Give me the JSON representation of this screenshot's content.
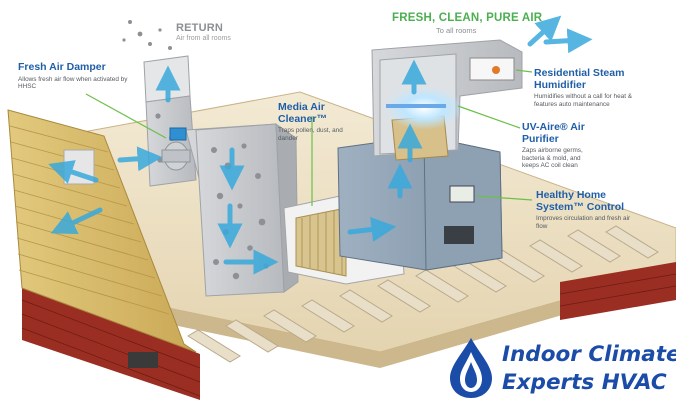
{
  "return_label": {
    "title": "RETURN",
    "subtitle": "Air from all rooms"
  },
  "fresh_label": {
    "title": "FRESH, CLEAN, PURE AIR",
    "subtitle": "To all rooms"
  },
  "callouts": [
    {
      "title": "Fresh Air Damper",
      "desc": "Allows fresh air flow when activated by HHSC"
    },
    {
      "title": "Media Air Cleaner™",
      "desc": "Traps pollen, dust, and dander"
    },
    {
      "title": "Residential Steam Humidifier",
      "desc": "Humidifies without a call for heat & features auto maintenance"
    },
    {
      "title": "UV-Aire® Air Purifier",
      "desc": "Zaps airborne germs, bacteria & mold, and keeps AC coil clean"
    },
    {
      "title": "Healthy Home System™ Control",
      "desc": "Improves circulation and fresh air flow"
    }
  ],
  "brand": {
    "line1": "Indoor Climate",
    "line2": "Experts HVAC"
  },
  "colors": {
    "callout_title": "#1f5fa8",
    "headline": "#4caf50",
    "leader": "#6cc04a",
    "airflow": "#39a9dc",
    "brand": "#1b4ca8"
  },
  "icons": {
    "brand_logo": "water-drop-flame-icon"
  }
}
